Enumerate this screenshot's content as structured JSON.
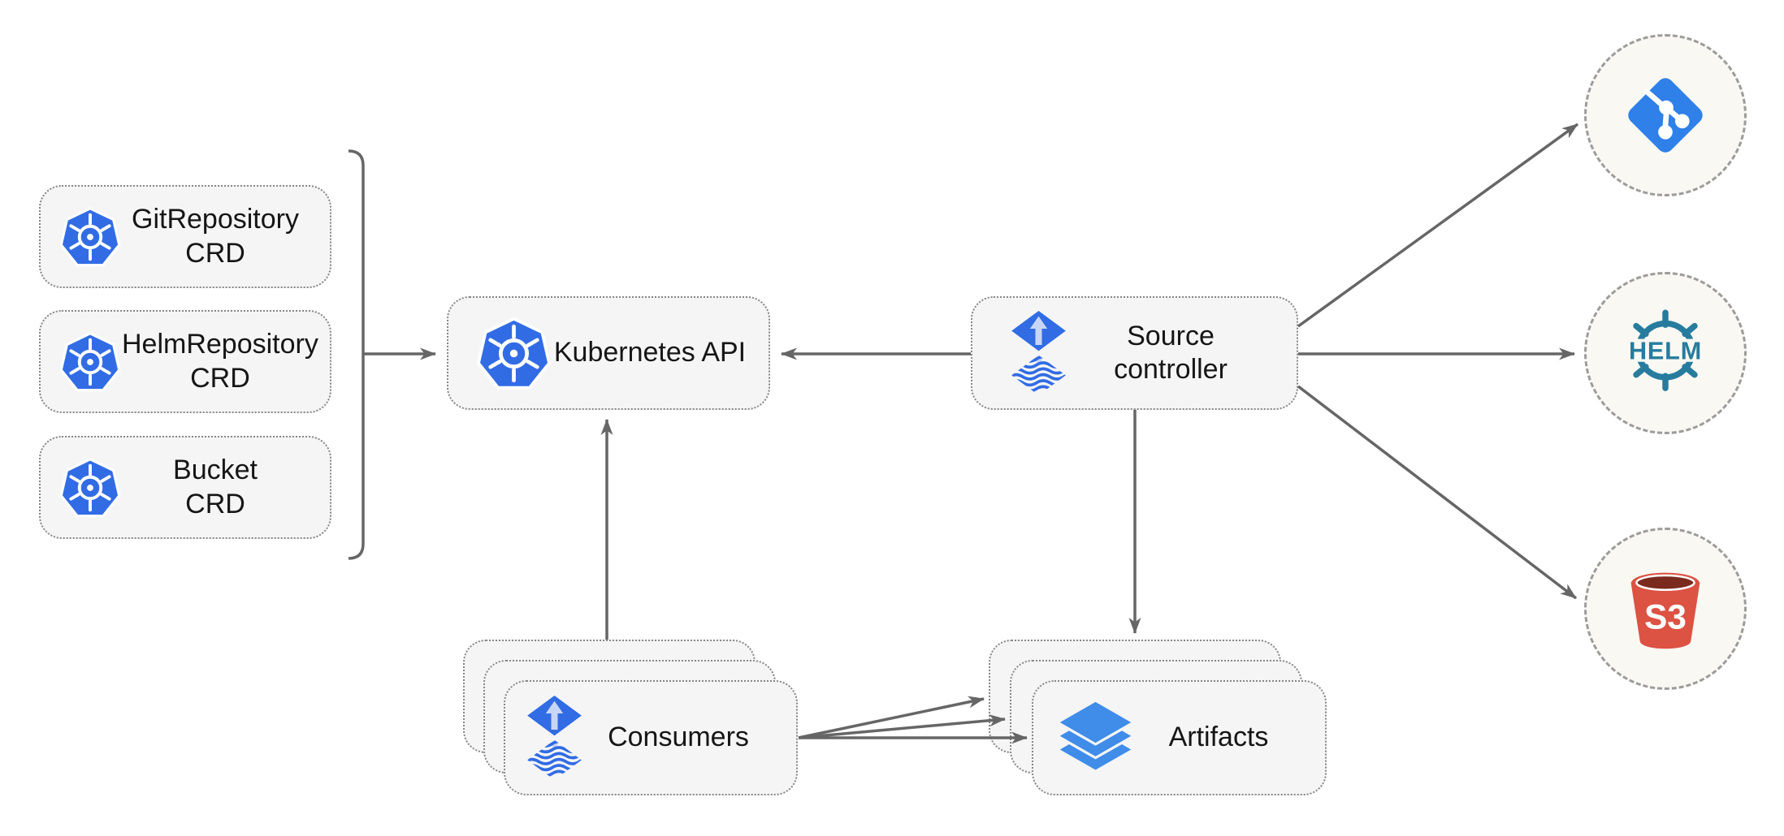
{
  "nodes": {
    "crd_boxes": [
      {
        "label": "GitRepository",
        "sublabel": "CRD"
      },
      {
        "label": "HelmRepository",
        "sublabel": "CRD"
      },
      {
        "label": "Bucket",
        "sublabel": "CRD"
      }
    ],
    "kubernetes_api": {
      "label": "Kubernetes API"
    },
    "source_controller": {
      "label": "Source controller"
    },
    "consumers": {
      "label": "Consumers"
    },
    "artifacts": {
      "label": "Artifacts"
    },
    "sources": {
      "git": {
        "icon": "git-icon"
      },
      "helm": {
        "icon": "helm-icon",
        "logo_text": "HELM"
      },
      "s3": {
        "icon": "s3-bucket-icon",
        "logo_text": "S3"
      }
    }
  },
  "icons": {
    "kubernetes": "kubernetes-icon",
    "flux": "flux-icon",
    "layers": "layers-icon"
  },
  "colors": {
    "kubernetes_blue": "#326CE5",
    "flux_blue": "#316CE5",
    "flux_arrow_light": "#C8D6F5",
    "layers_blue": "#3F8CE9",
    "git_blue": "#2F80E8",
    "helm_teal": "#277C9E",
    "s3_red": "#DC5243",
    "s3_dark_red": "#7B2A1E",
    "node_fill": "#F5F5F5",
    "circle_fill": "#FAF8F3",
    "connector_gray": "#666666"
  }
}
